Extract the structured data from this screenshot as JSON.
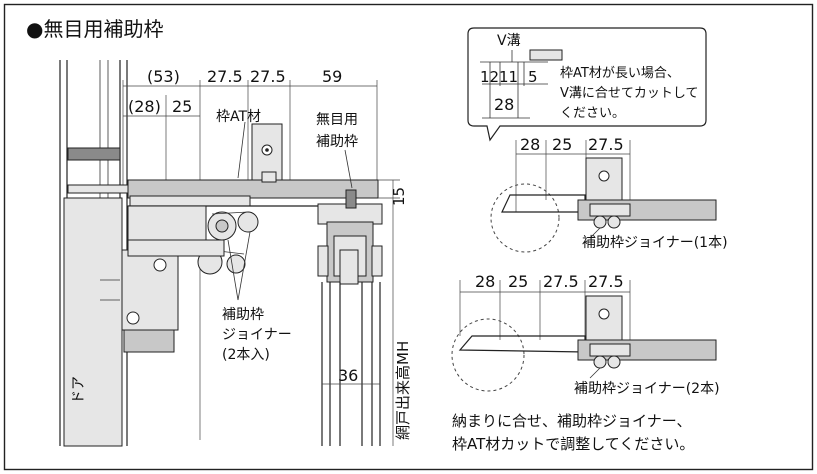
{
  "title": "●無目用補助枠",
  "left_dims": {
    "d53": "(53)",
    "d27a": "27.5",
    "d27b": "27.5",
    "d59": "59",
    "d28": "(28)",
    "d25": "25",
    "d15": "15",
    "d36": "36"
  },
  "left_labels": {
    "frame_at": "枠AT材",
    "mumoku_1": "無目用",
    "mumoku_2": "補助枠",
    "joiner_1": "補助枠",
    "joiner_2": "ジョイナー",
    "joiner_3": "(2本入)",
    "door": "ドア",
    "screen_mh": "網戸出来高MH"
  },
  "callout": {
    "v_groove": "V溝",
    "d12": "12",
    "d11": "11",
    "d5": "5",
    "d28": "28",
    "note_1": "枠AT材が長い場合、",
    "note_2": "V溝に合せてカットして",
    "note_3": "ください。"
  },
  "upper_detail": {
    "d28": "28",
    "d25": "25",
    "d275": "27.5",
    "label": "補助枠ジョイナー(1本)"
  },
  "lower_detail": {
    "d28": "28",
    "d25": "25",
    "d275a": "27.5",
    "d275b": "27.5",
    "label": "補助枠ジョイナー(2本)"
  },
  "footer_note": {
    "line1": "納まりに合せ、補助枠ジョイナー、",
    "line2": "枠AT材カットで調整してください。"
  }
}
